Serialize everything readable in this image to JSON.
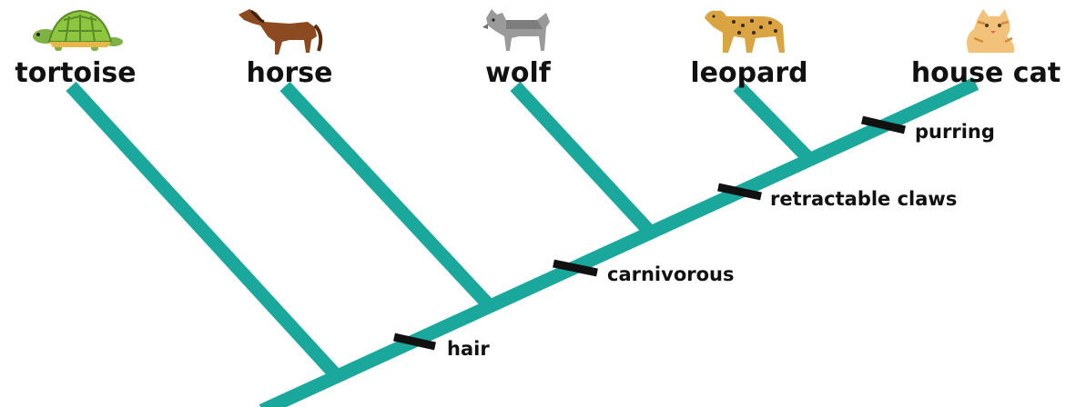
{
  "colors": {
    "branch": "#1aa89c",
    "tick": "#111111",
    "text": "#111111",
    "background": "#ffffff"
  },
  "taxa": [
    {
      "name": "tortoise",
      "icon": "tortoise-icon"
    },
    {
      "name": "horse",
      "icon": "horse-icon"
    },
    {
      "name": "wolf",
      "icon": "wolf-icon"
    },
    {
      "name": "leopard",
      "icon": "leopard-icon"
    },
    {
      "name": "house cat",
      "icon": "house-cat-icon"
    }
  ],
  "traits": [
    {
      "label": "hair"
    },
    {
      "label": "carnivorous"
    },
    {
      "label": "retractable claws"
    },
    {
      "label": "purring"
    }
  ]
}
